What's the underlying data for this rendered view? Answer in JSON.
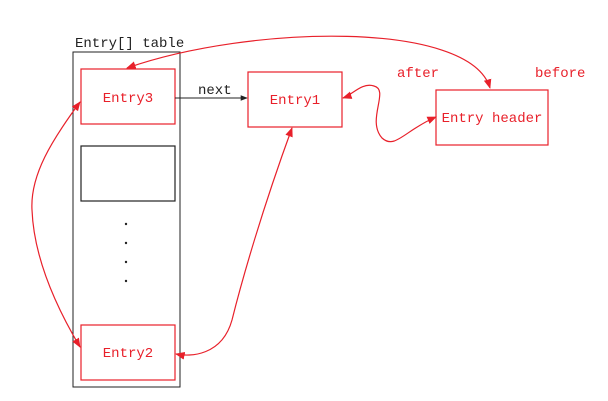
{
  "table": {
    "label": "Entry[] table",
    "slots": [
      {
        "label": "Entry3"
      },
      {
        "label": ""
      },
      {
        "label": "Entry2"
      }
    ],
    "ellipsis": ". . . ."
  },
  "nodes": {
    "entry1": {
      "label": "Entry1"
    },
    "header": {
      "label": "Entry header"
    }
  },
  "edges": {
    "next": {
      "label": "next"
    },
    "after": {
      "label": "after"
    },
    "before": {
      "label": "before"
    }
  },
  "colors": {
    "accent": "#e8202a",
    "ink": "#222222"
  }
}
